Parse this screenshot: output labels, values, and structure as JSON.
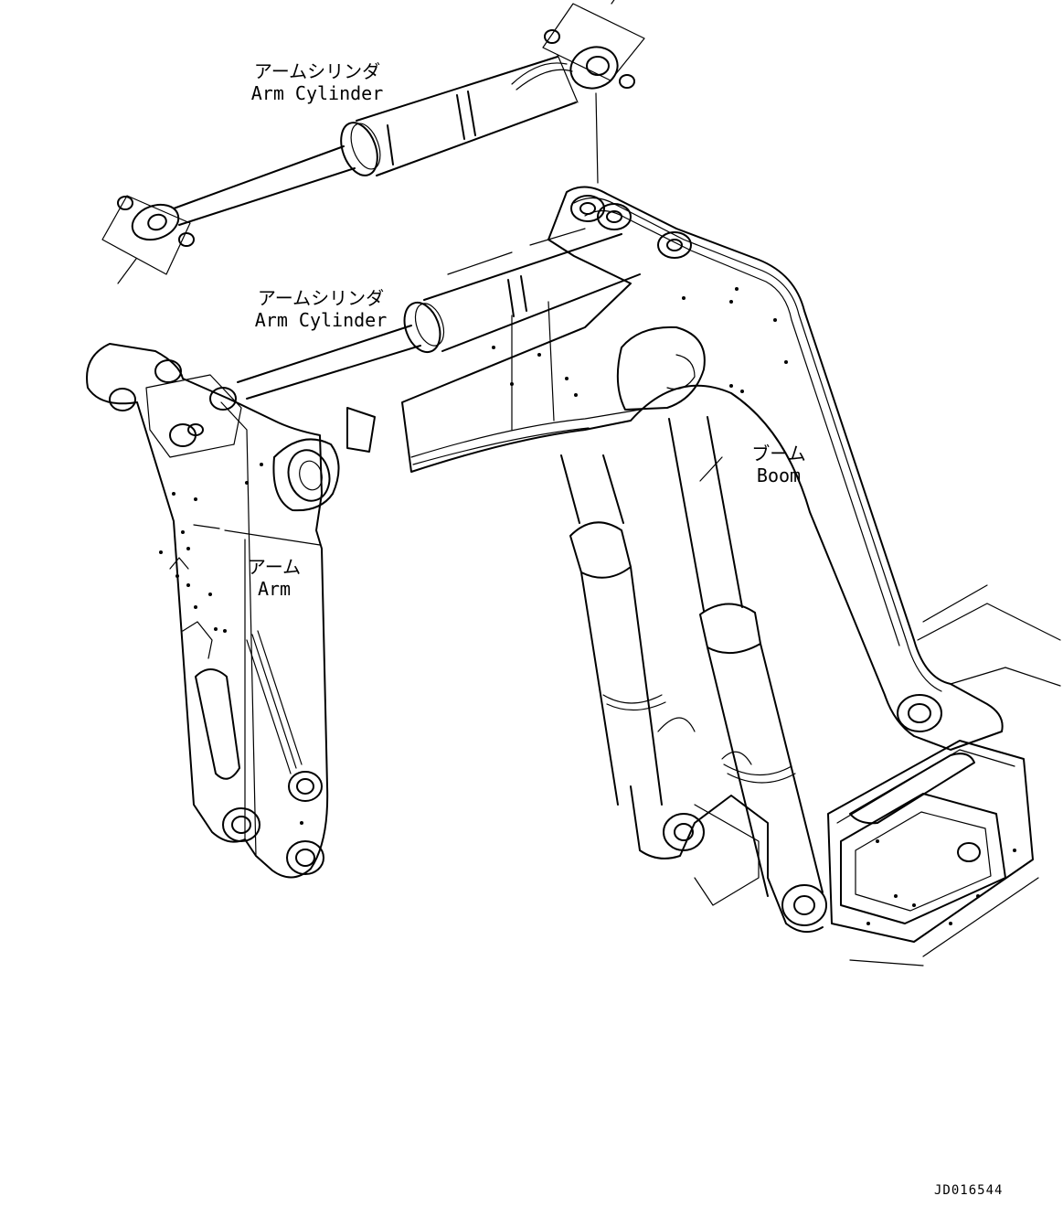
{
  "drawing": {
    "labels": {
      "arm_cylinder_upper": {
        "jp": "アームシリンダ",
        "en": "Arm Cylinder"
      },
      "arm_cylinder_lower": {
        "jp": "アームシリンダ",
        "en": "Arm Cylinder"
      },
      "arm": {
        "jp": "アーム",
        "en": "Arm"
      },
      "boom": {
        "jp": "ブーム",
        "en": "Boom"
      }
    },
    "drawing_code": "JD016544"
  }
}
